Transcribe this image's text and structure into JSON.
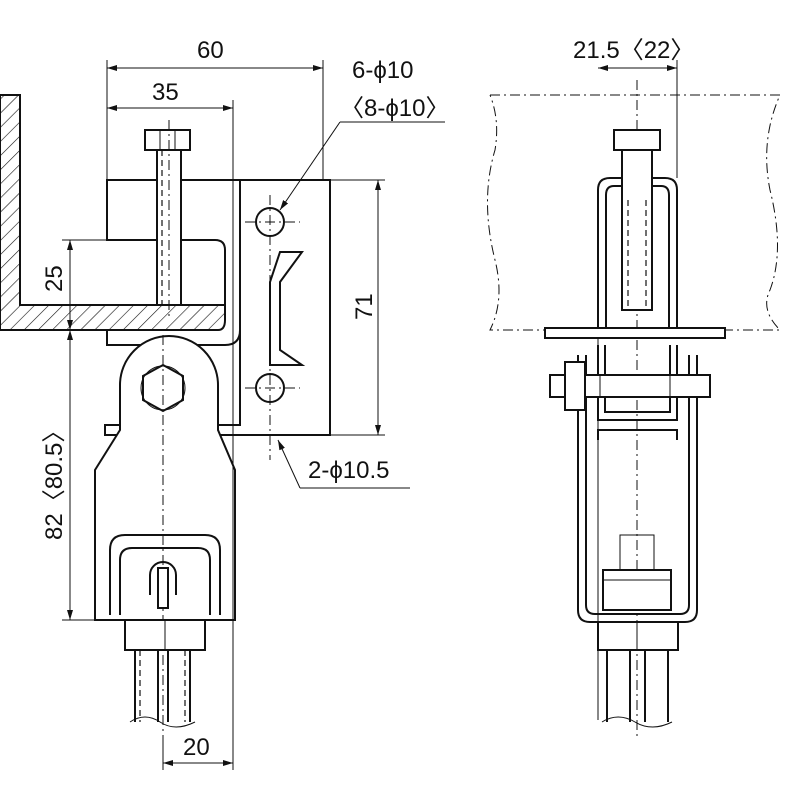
{
  "drawing": {
    "front_view": {
      "dim_width_total": "60",
      "dim_width_bolt": "35",
      "dim_holes_upper": "6-ϕ10",
      "dim_holes_upper_alt": "〈8-ϕ10〉",
      "dim_flange": "25",
      "dim_height_plate": "71",
      "dim_height_total": "82〈80.5〉",
      "dim_holes_lower": "2-ϕ10.5",
      "dim_rod": "20"
    },
    "side_view": {
      "dim_width": "21.5〈22〉"
    }
  }
}
